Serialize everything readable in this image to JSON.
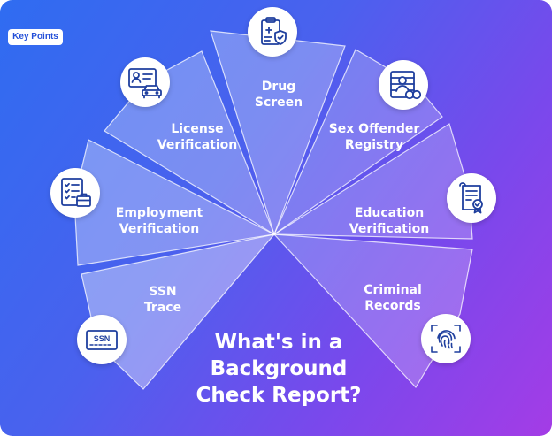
{
  "badge": "Key Points",
  "title": {
    "line1": "What's in a",
    "line2": "Background",
    "line3": "Check Report?"
  },
  "segments": [
    {
      "line1": "Drug",
      "line2": "Screen",
      "icon": "clipboard-shield-icon"
    },
    {
      "line1": "Sex Offender",
      "line2": "Registry",
      "icon": "mugshot-handcuffs-icon"
    },
    {
      "line1": "Education",
      "line2": "Verification",
      "icon": "diploma-certificate-icon"
    },
    {
      "line1": "Criminal",
      "line2": "Records",
      "icon": "fingerprint-icon"
    },
    {
      "line1": "SSN",
      "line2": "Trace",
      "icon": "ssn-card-icon",
      "icon_text": "SSN"
    },
    {
      "line1": "Employment",
      "line2": "Verification",
      "icon": "checklist-briefcase-icon"
    },
    {
      "line1": "License",
      "line2": "Verification",
      "icon": "id-card-car-icon"
    }
  ]
}
